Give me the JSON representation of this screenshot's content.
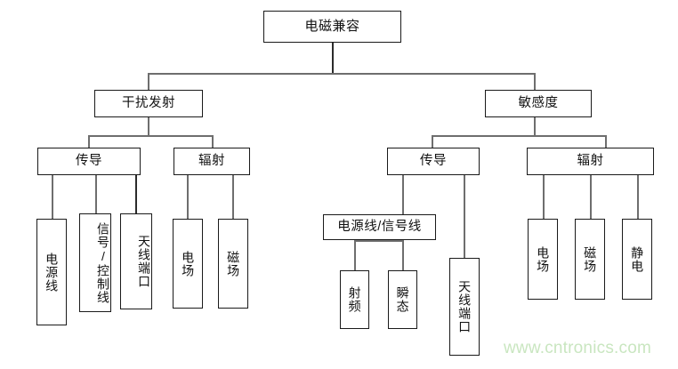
{
  "diagram": {
    "title": "电磁兼容",
    "type": "tree",
    "root": {
      "label": "电磁兼容"
    },
    "level2": [
      {
        "label": "干扰发射"
      },
      {
        "label": "敏感度"
      }
    ],
    "level3": [
      {
        "label": "传导",
        "parent": "干扰发射"
      },
      {
        "label": "辐射",
        "parent": "干扰发射"
      },
      {
        "label": "传导",
        "parent": "敏感度"
      },
      {
        "label": "辐射",
        "parent": "敏感度"
      }
    ],
    "emission_conducted_leaves": [
      {
        "label": "电源线"
      },
      {
        "label": "信号/控制线"
      },
      {
        "label": "天线端口"
      }
    ],
    "emission_radiated_leaves": [
      {
        "label": "电场"
      },
      {
        "label": "磁场"
      }
    ],
    "susceptibility_conducted": {
      "group_label": "电源线/信号线",
      "group_children": [
        {
          "label": "射频"
        },
        {
          "label": "瞬态"
        }
      ],
      "direct_child": {
        "label": "天线端口"
      }
    },
    "susceptibility_radiated_leaves": [
      {
        "label": "电场"
      },
      {
        "label": "磁场"
      },
      {
        "label": "静电"
      }
    ]
  },
  "watermark": {
    "text": "www.cntronics.com",
    "color": "#c9e6c0"
  },
  "colors": {
    "box_border": "#1a1a1a",
    "connector": "#6e6e6e",
    "background": "#ffffff",
    "text": "#111111"
  }
}
